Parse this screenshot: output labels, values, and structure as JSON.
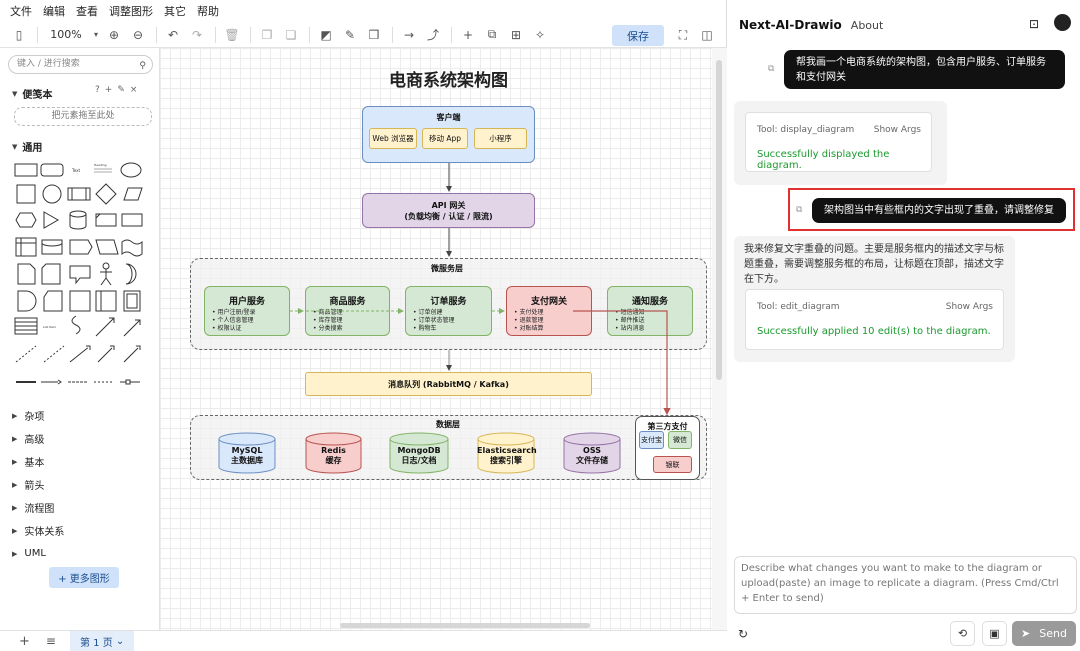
{
  "menu": [
    "文件",
    "编辑",
    "查看",
    "调整图形",
    "其它",
    "帮助"
  ],
  "toolbar": {
    "zoom": "100%",
    "save_label": "保存"
  },
  "sidebar": {
    "search_placeholder": "键入 / 进行搜索",
    "scratchpad_title": "便笺本",
    "dropzone_text": "把元素拖至此处",
    "general_title": "通用",
    "collapsed_sections": [
      "杂项",
      "高级",
      "基本",
      "箭头",
      "流程图",
      "实体关系",
      "UML"
    ],
    "more_shapes": "+ 更多图形"
  },
  "bottombar": {
    "page_tab": "第 1 页"
  },
  "diagram": {
    "title": "电商系统架构图",
    "client": {
      "title": "客户端",
      "items": [
        "Web 浏览器",
        "移动 App",
        "小程序"
      ]
    },
    "gateway": {
      "title": "API 网关",
      "subtitle": "(负载均衡 / 认证 / 限流)"
    },
    "microservices": {
      "label": "微服务层",
      "services": [
        {
          "title": "用户服务",
          "items": [
            "• 用户注册/登录",
            "• 个人信息管理",
            "• 权限认证"
          ]
        },
        {
          "title": "商品服务",
          "items": [
            "• 商品管理",
            "• 库存管理",
            "• 分类搜索"
          ]
        },
        {
          "title": "订单服务",
          "items": [
            "• 订单创建",
            "• 订单状态管理",
            "• 购物车"
          ]
        },
        {
          "title": "支付网关",
          "items": [
            "• 支付处理",
            "• 退款管理",
            "• 对账结算"
          ]
        },
        {
          "title": "通知服务",
          "items": [
            "• 短信通知",
            "• 邮件推送",
            "• 站内消息"
          ]
        }
      ]
    },
    "mq": "消息队列 (RabbitMQ / Kafka)",
    "data_layer": {
      "label": "数据层",
      "stores": [
        {
          "name": "MySQL",
          "desc": "主数据库"
        },
        {
          "name": "Redis",
          "desc": "缓存"
        },
        {
          "name": "MongoDB",
          "desc": "日志/文档"
        },
        {
          "name": "Elasticsearch",
          "desc": "搜索引擎"
        },
        {
          "name": "OSS",
          "desc": "文件存储"
        }
      ]
    },
    "third_party": {
      "title": "第三方支付",
      "items": [
        "支付宝",
        "微信",
        "银联"
      ]
    }
  },
  "chat": {
    "brand": "Next-AI-Drawio",
    "about": "About",
    "messages": {
      "user1": "帮我画一个电商系统的架构图，包含用户服务、订单服务和支付网关",
      "tool1_name": "Tool: display_diagram",
      "tool1_args": "Show Args",
      "tool1_status": "Successfully displayed the diagram.",
      "user2": "架构图当中有些框内的文字出现了重叠，请调整修复",
      "assistant_text": "我来修复文字重叠的问题。主要是服务框内的描述文字与标题重叠，需要调整服务框的布局，让标题在顶部，描述文字在下方。",
      "tool2_name": "Tool: edit_diagram",
      "tool2_args": "Show Args",
      "tool2_status": "Successfully applied 10 edit(s) to the diagram."
    },
    "input_placeholder": "Describe what changes you want to make to the diagram or upload(paste) an image to replicate a diagram. (Press Cmd/Ctrl + Enter to send)",
    "send_label": "Send"
  },
  "colors": {
    "accent_blue": "#cfe2fa",
    "success_green": "#1b9a2e",
    "highlight_red": "#e03030"
  }
}
